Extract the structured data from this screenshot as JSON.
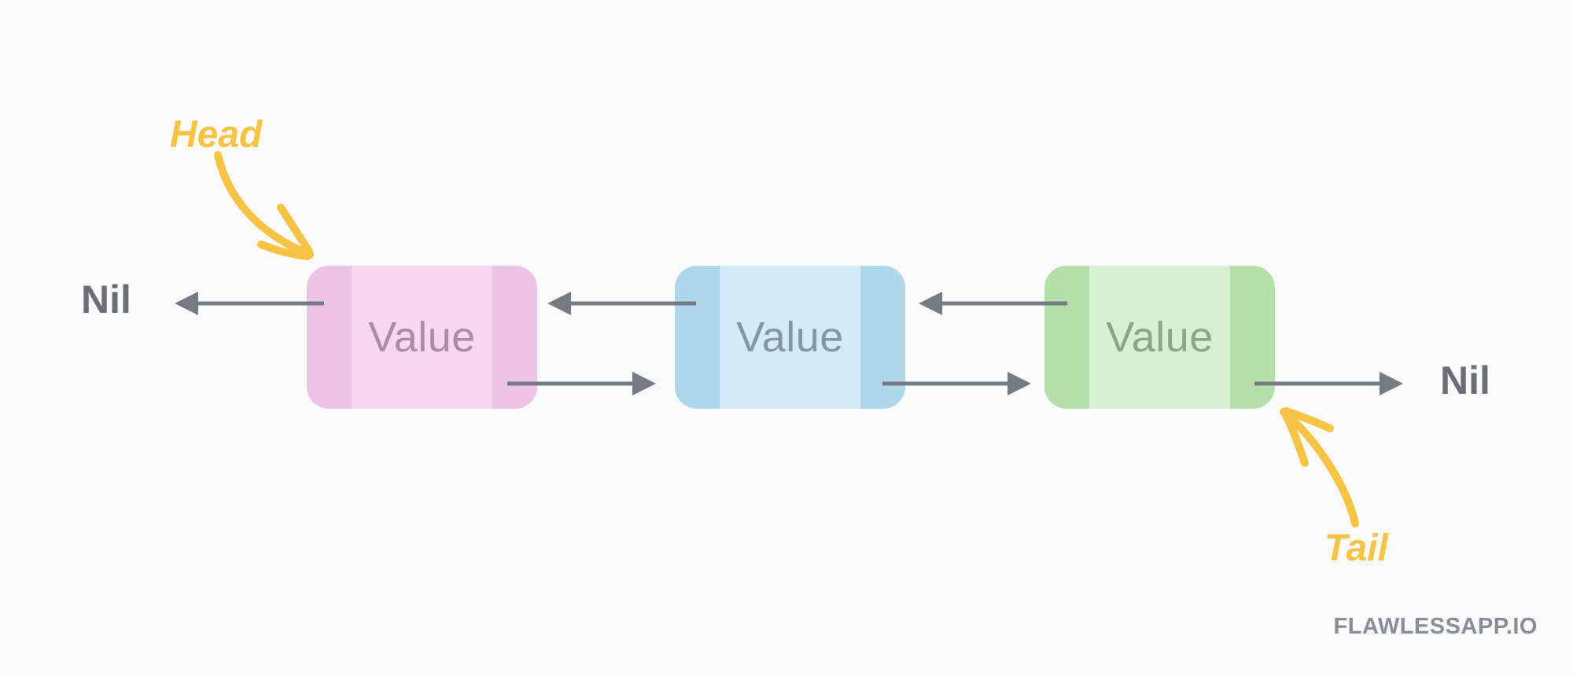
{
  "diagram": {
    "background_color": "#FAFAFA",
    "head_label": "Head",
    "tail_label": "Tail",
    "nil_left": "Nil",
    "nil_right": "Nil",
    "nil_text_color": "#696E78",
    "arrow_color": "#757B83",
    "annotation_color": "#F6C345",
    "watermark": "FLAWLESSAPP.IO",
    "watermark_color": "#878E97",
    "nodes": [
      {
        "name": "head-node",
        "label": "Value",
        "side_color": "#ECC2E5",
        "center_color": "#F8D5F0",
        "text_color": "#A98DA6"
      },
      {
        "name": "middle-node",
        "label": "Value",
        "side_color": "#AED7EB",
        "center_color": "#D3EAF7",
        "text_color": "#8396A2"
      },
      {
        "name": "tail-node",
        "label": "Value",
        "side_color": "#B4DFAA",
        "center_color": "#D7F0D2",
        "text_color": "#8BA585"
      }
    ]
  }
}
